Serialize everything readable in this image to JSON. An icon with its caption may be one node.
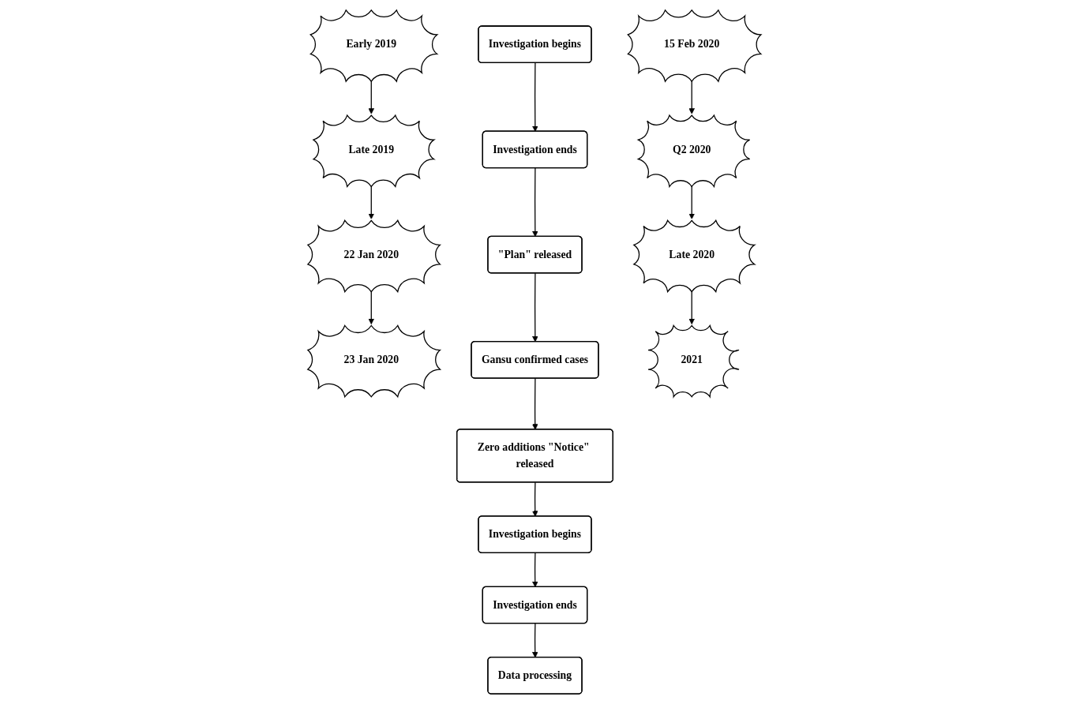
{
  "diagram": {
    "nodes": [
      {
        "text": [
          "Early 2019"
        ]
      },
      {
        "text": [
          "Investigation begins"
        ]
      },
      {
        "text": [
          "Late 2019"
        ]
      },
      {
        "text": [
          "Investigation ends"
        ]
      },
      {
        "text": [
          "22 Jan 2020"
        ]
      },
      {
        "text": [
          "\"Plan\" released"
        ]
      },
      {
        "text": [
          "23 Jan 2020"
        ]
      },
      {
        "text": [
          "Gansu confirmed cases"
        ]
      },
      {
        "text": [
          "Zero additions \"Notice\" released"
        ]
      },
      {
        "text": [
          "15 Feb 2020"
        ]
      },
      {
        "text": [
          "Investigation begins"
        ]
      },
      {
        "text": [
          "Q2 2020"
        ]
      },
      {
        "text": [
          "Investigation ends"
        ]
      },
      {
        "text": [
          "Late 2020"
        ]
      },
      {
        "text": [
          "Data processing"
        ]
      },
      {
        "text": [
          "2021"
        ]
      }
    ],
    "edges": [
      {
        "from": 0,
        "to": 2,
        "arrow": "to"
      },
      {
        "from": 2,
        "to": 4,
        "arrow": "to"
      },
      {
        "from": 4,
        "to": 6,
        "arrow": "to"
      },
      {
        "from": 1,
        "to": 3,
        "arrow": "to"
      },
      {
        "from": 3,
        "to": 5,
        "arrow": "to"
      },
      {
        "from": 5,
        "to": 7,
        "arrow": "to"
      },
      {
        "from": 7,
        "to": 8,
        "arrow": "to"
      },
      {
        "from": 8,
        "to": 10,
        "arrow": "to"
      },
      {
        "from": 10,
        "to": 12,
        "arrow": "to"
      },
      {
        "from": 12,
        "to": 14,
        "arrow": "to"
      },
      {
        "from": 9,
        "to": 11,
        "arrow": "to"
      },
      {
        "from": 11,
        "to": 13,
        "arrow": "to"
      },
      {
        "from": 13,
        "to": 15,
        "arrow": "to"
      }
    ]
  }
}
